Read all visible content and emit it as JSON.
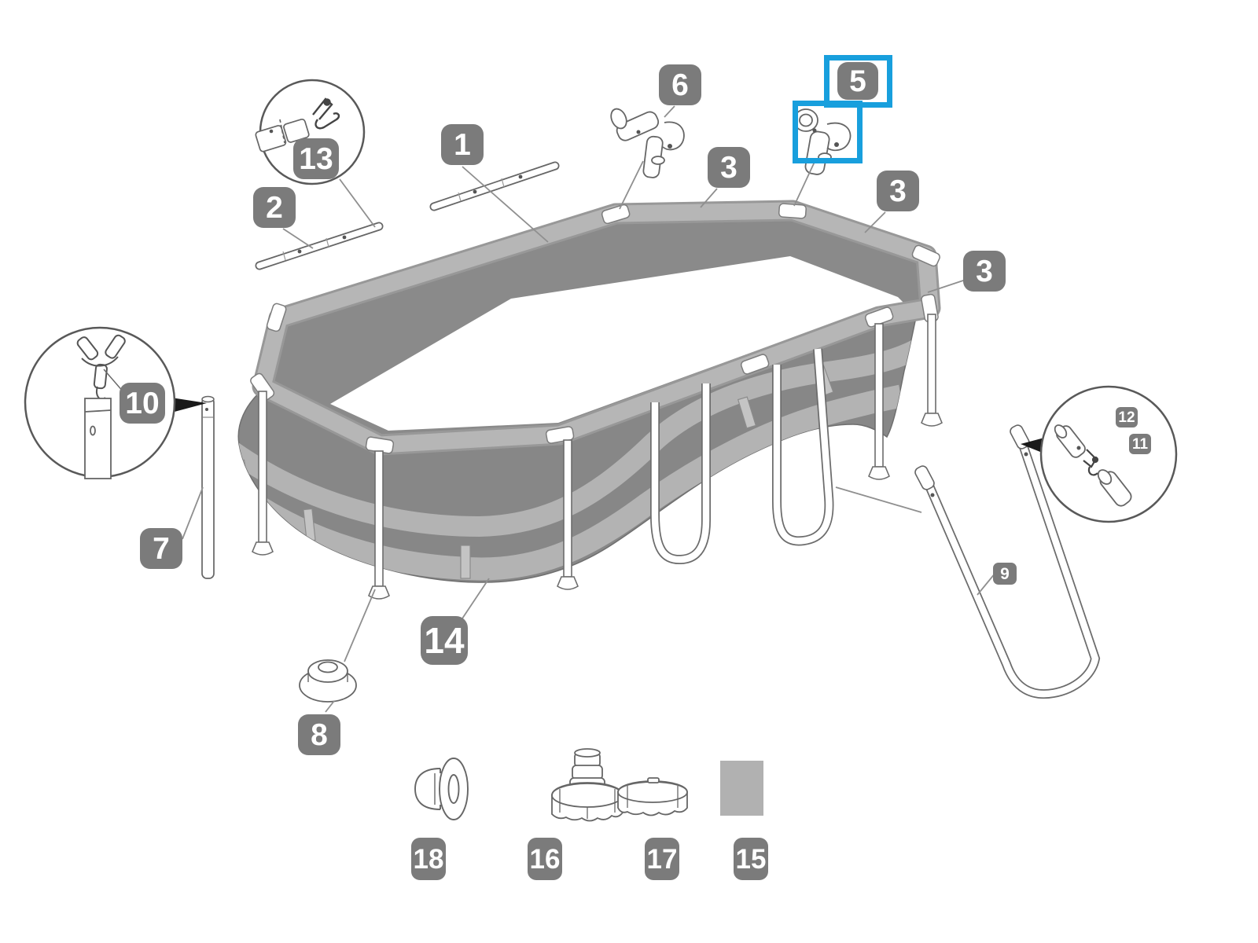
{
  "diagram": {
    "kind": "exploded parts diagram",
    "subject": "oval frame swimming pool",
    "highlight_color": "#189fdd",
    "badge_color": "#7b7b7b",
    "selected_part": "5"
  },
  "badges": {
    "p1": {
      "label": "1"
    },
    "p2": {
      "label": "2"
    },
    "p3a": {
      "label": "3"
    },
    "p3b": {
      "label": "3"
    },
    "p3c": {
      "label": "3"
    },
    "p5": {
      "label": "5"
    },
    "p6": {
      "label": "6"
    },
    "p7": {
      "label": "7"
    },
    "p8": {
      "label": "8"
    },
    "p9": {
      "label": "9"
    },
    "p10": {
      "label": "10"
    },
    "p11": {
      "label": "11"
    },
    "p12": {
      "label": "12"
    },
    "p13": {
      "label": "13"
    },
    "p14": {
      "label": "14"
    },
    "p15": {
      "label": "15"
    },
    "p16": {
      "label": "16"
    },
    "p17": {
      "label": "17"
    },
    "p18": {
      "label": "18"
    }
  }
}
